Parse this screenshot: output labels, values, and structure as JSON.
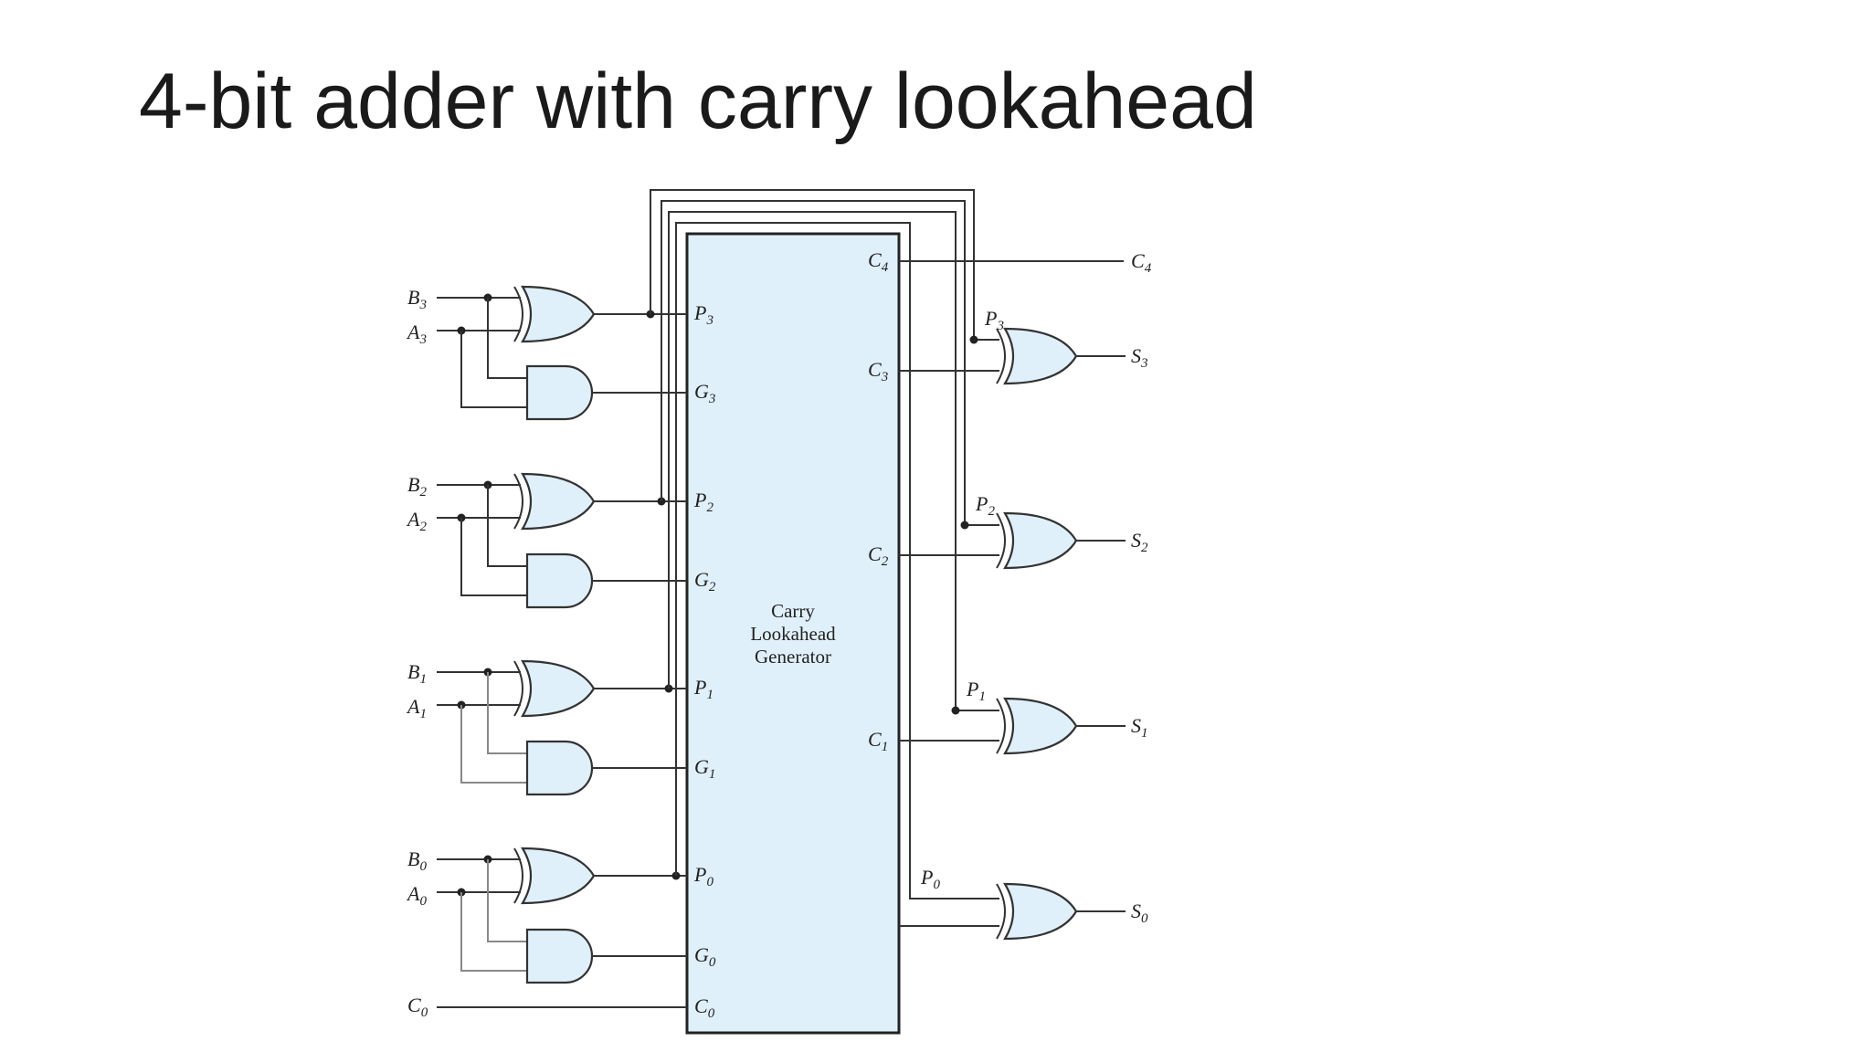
{
  "title": "4-bit adder with carry lookahead",
  "block_lines": [
    "Carry",
    "Lookahead",
    "Generator"
  ],
  "stages": [
    {
      "a": "A",
      "b": "B",
      "p": "P",
      "g": "G",
      "c": "C",
      "s": "S",
      "n": "3"
    },
    {
      "a": "A",
      "b": "B",
      "p": "P",
      "g": "G",
      "c": "C",
      "s": "S",
      "n": "2"
    },
    {
      "a": "A",
      "b": "B",
      "p": "P",
      "g": "G",
      "c": "C",
      "s": "S",
      "n": "1"
    },
    {
      "a": "A",
      "b": "B",
      "p": "P",
      "g": "G",
      "c": "C",
      "s": "S",
      "n": "0"
    }
  ],
  "carry_in": {
    "letter": "C",
    "n": "0"
  },
  "carry_out": {
    "letter": "C",
    "n": "4"
  },
  "colors": {
    "gate_fill": "#e0f0fb",
    "wire": "#333333",
    "text": "#1a1a1a"
  }
}
